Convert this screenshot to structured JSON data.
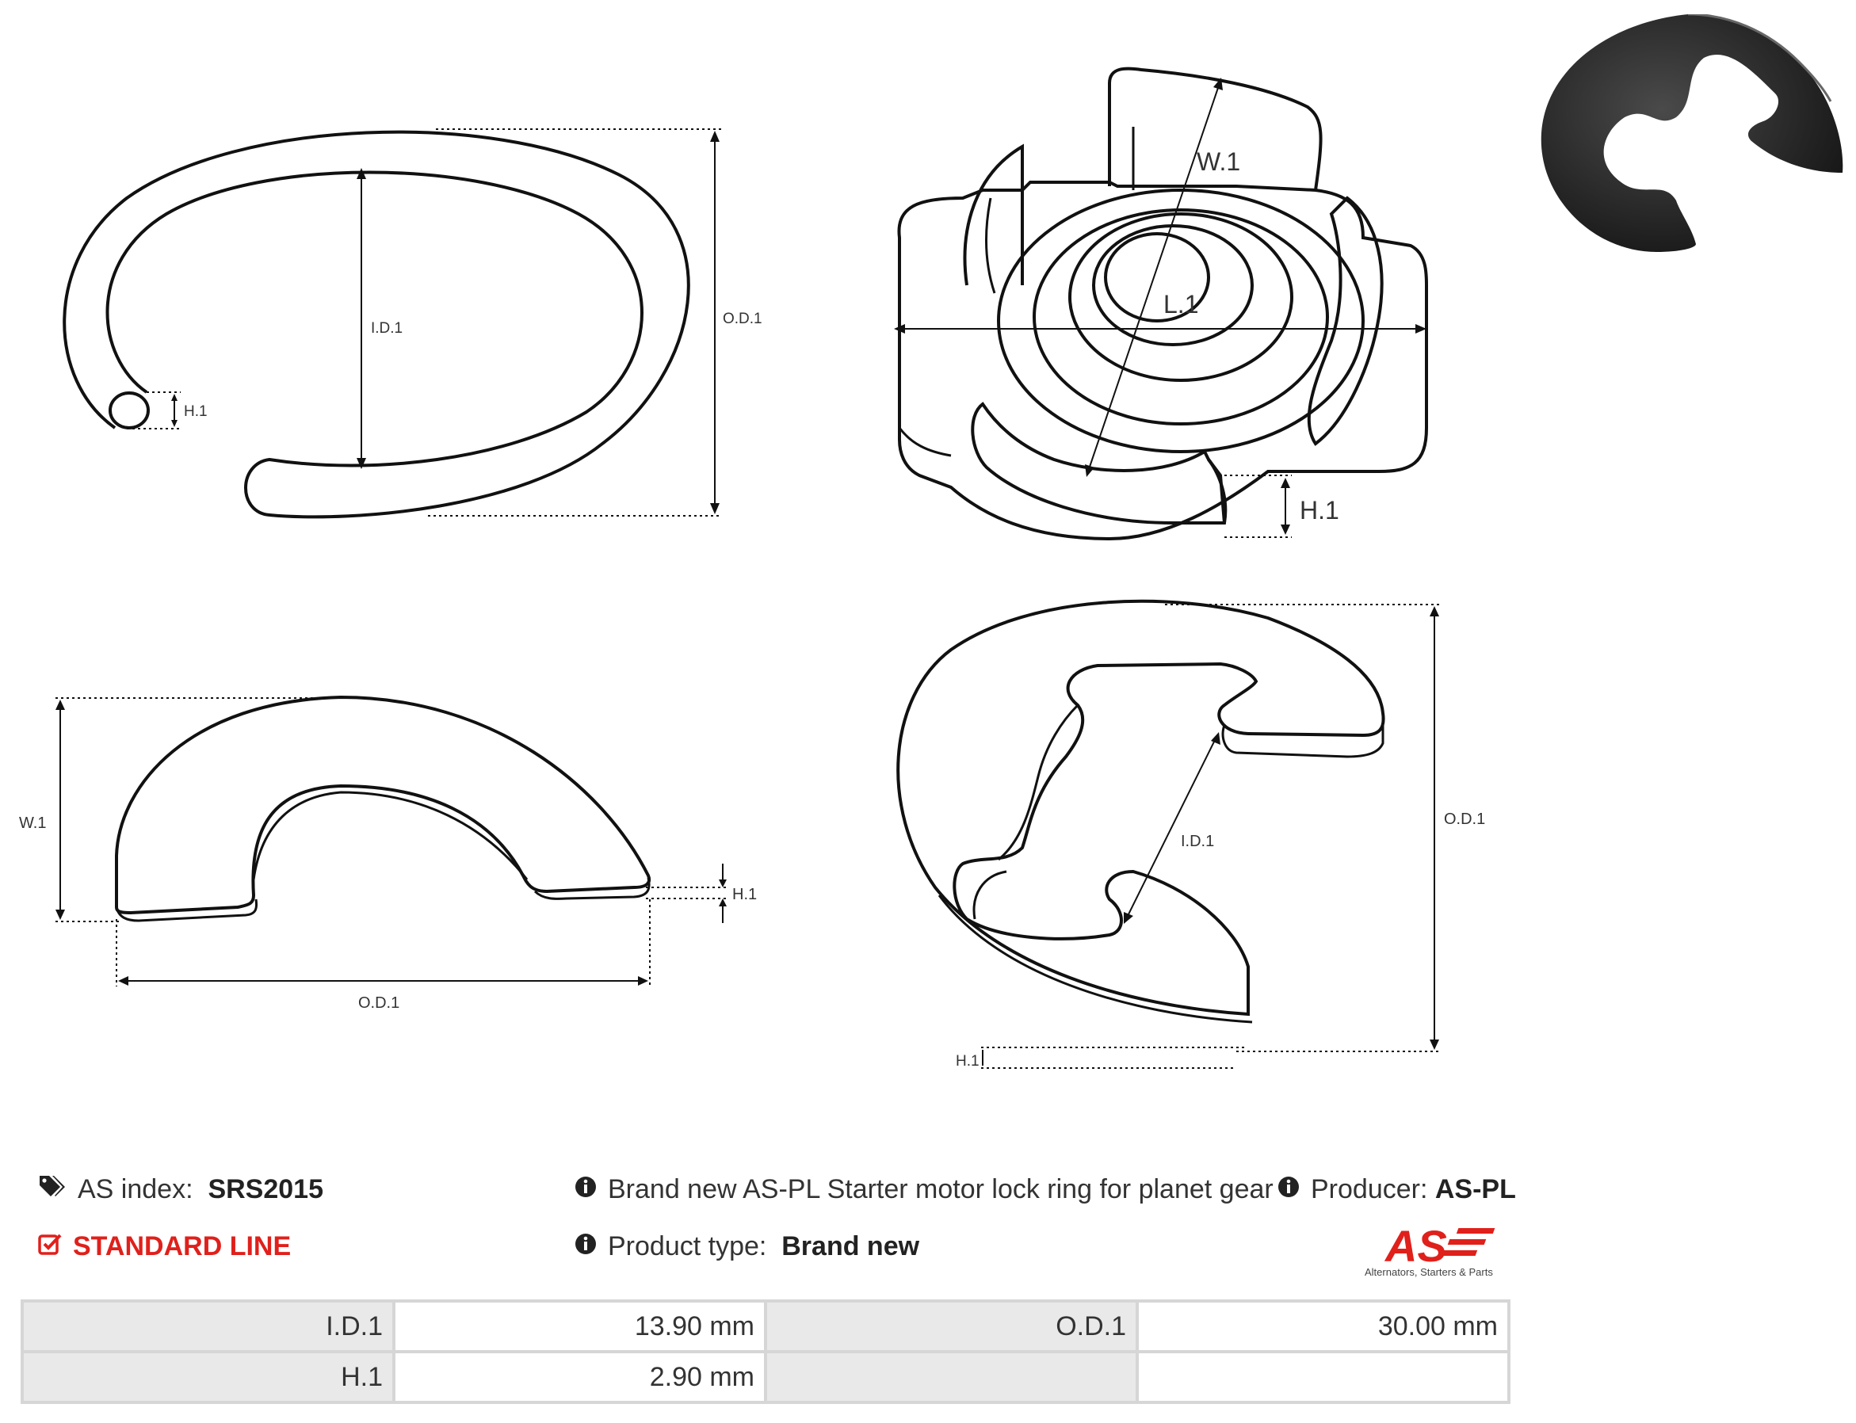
{
  "drawing": {
    "top_left": {
      "id_label": "I.D.1",
      "od_label": "O.D.1",
      "h_label": "H.1"
    },
    "top_right": {
      "w_label": "W.1",
      "l_label": "L.1",
      "h_label": "H.1"
    },
    "bottom_left": {
      "w_label": "W.1",
      "h_label": "H.1",
      "od_label": "O.D.1"
    },
    "bottom_right": {
      "id_label": "I.D.1",
      "od_label": "O.D.1",
      "h_label": "H.1"
    }
  },
  "info": {
    "as_index_label": "AS index:",
    "as_index_value": "SRS2015",
    "line_label": "STANDARD LINE",
    "description": "Brand new AS-PL Starter motor lock ring for planet gear",
    "producer_label": "Producer:",
    "producer_value": "AS-PL",
    "product_type_label": "Product type:",
    "product_type_value": "Brand new"
  },
  "logo": {
    "mark": "AS",
    "tagline": "Alternators, Starters & Parts"
  },
  "specs": [
    {
      "k1": "I.D.1",
      "v1": "13.90 mm",
      "k2": "O.D.1",
      "v2": "30.00 mm"
    },
    {
      "k1": "H.1",
      "v1": "2.90 mm",
      "k2": "",
      "v2": ""
    }
  ],
  "colors": {
    "accent_red": "#e0201b",
    "table_key_bg": "#e9e9e9",
    "table_border": "#d6d6d6"
  }
}
